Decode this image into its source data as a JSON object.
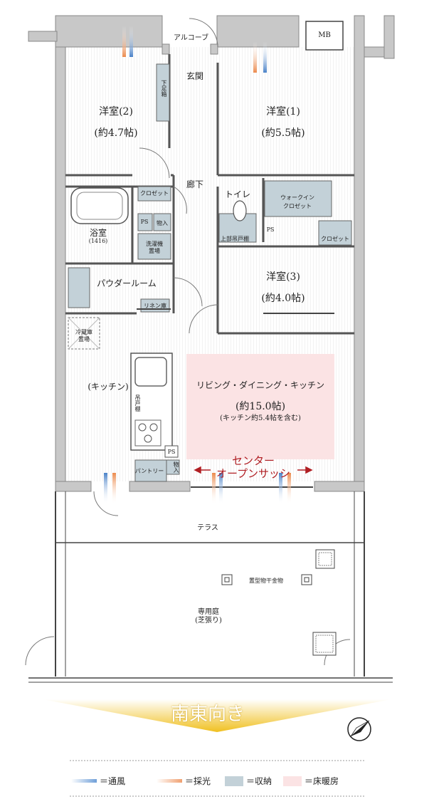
{
  "rooms": {
    "western2": {
      "name": "洋室(2)",
      "size": "(約4.7帖)"
    },
    "western1": {
      "name": "洋室(1)",
      "size": "(約5.5帖)"
    },
    "western3": {
      "name": "洋室(3)",
      "size": "(約4.0帖)"
    },
    "ldk": {
      "name": "リビング・ダイニング・キッチン",
      "size": "(約15.0帖)",
      "note": "(キッチン約5.4帖を含む)"
    },
    "kitchen": "(キッチン)",
    "bath": {
      "name": "浴室",
      "size": "(1416)"
    },
    "powder": "パウダールーム",
    "toilet": "トイレ",
    "hallway": "廊下",
    "entrance": "玄関",
    "alcove": "アルコーブ",
    "mb": "MB",
    "terrace": "テラス",
    "garden": {
      "name": "専用庭",
      "note": "(芝張り)"
    }
  },
  "storage": {
    "closet_w2": "クロゼット",
    "walkin": "ウォークイン\nクロゼット",
    "closet_w3": "クロゼット",
    "shoe": "下足箱",
    "upper_closet": "上部吊戸棚",
    "mono1": "物入",
    "mono2": "物入",
    "linen": "リネン庫",
    "washer": "洗濯機\n置場",
    "fridge": "冷蔵庫\n置場",
    "pantry": "パントリー",
    "hanging": "吊戸棚",
    "ps1": "PS",
    "ps2": "PS",
    "ps3": "PS",
    "laundry_hardware": "置型物干金物"
  },
  "callout": {
    "line1": "センター",
    "line2": "オープンサッシ"
  },
  "orientation": "南東向き",
  "legend": [
    {
      "label": "＝通風",
      "kind": "wind",
      "color": "#6f9fd8"
    },
    {
      "label": "＝採光",
      "kind": "light",
      "color": "#f0a070"
    },
    {
      "label": "＝収納",
      "kind": "storage",
      "color": "#c3d1d8"
    },
    {
      "label": "＝床暖房",
      "kind": "heating",
      "color": "#fbe3e4"
    }
  ],
  "colors": {
    "wall": "#c8c8c8",
    "storage": "#c3d1d8",
    "heating": "#fbe3e4",
    "accent": "#b01e23",
    "arrow_gold": "#f0c020"
  }
}
